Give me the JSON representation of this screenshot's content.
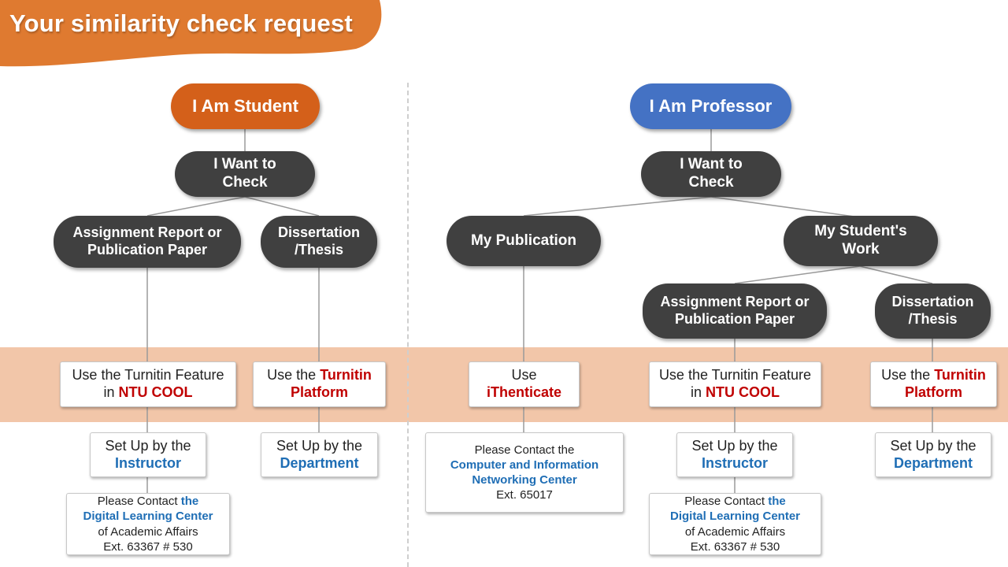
{
  "title": "Your similarity check request",
  "colors": {
    "student": "#d4601a",
    "professor": "#4472c4",
    "node": "#404040",
    "band": "#f2c6a9",
    "highlight_red": "#c00000",
    "highlight_blue": "#1f6eb5"
  },
  "student": {
    "root": "I Am Student",
    "want": "I Want to Check",
    "assignment": {
      "label": "Assignment Report or Publication Paper",
      "use_prefix": "Use the Turnitin Feature in ",
      "use_highlight": "NTU COOL",
      "setup_prefix": "Set Up by the",
      "setup_highlight": "Instructor",
      "contact_prefix": "Please Contact ",
      "contact_highlight_a": "the",
      "contact_highlight_b": "Digital Learning Center",
      "contact_suffix": "of Academic Affairs",
      "ext": "Ext. 63367 # 530"
    },
    "thesis": {
      "label": "Dissertation /Thesis",
      "use_prefix": "Use the ",
      "use_highlight_a": "Turnitin",
      "use_highlight_b": "Platform",
      "setup_prefix": "Set Up by the",
      "setup_highlight": "Department"
    }
  },
  "professor": {
    "root": "I Am Professor",
    "want": "I Want to Check",
    "publication": {
      "label": "My Publication",
      "use_prefix": "Use",
      "use_highlight": "iThenticate",
      "contact_prefix": "Please Contact the",
      "contact_highlight_a": "Computer and Information",
      "contact_highlight_b": "Networking Center",
      "ext": "Ext. 65017"
    },
    "students_work": {
      "label": "My Student's Work"
    },
    "assignment": {
      "label": "Assignment Report or Publication Paper",
      "use_prefix": "Use the Turnitin Feature in ",
      "use_highlight": "NTU COOL",
      "setup_prefix": "Set Up by the",
      "setup_highlight": "Instructor",
      "contact_prefix": "Please Contact ",
      "contact_highlight_a": "the",
      "contact_highlight_b": "Digital Learning Center",
      "contact_suffix": "of Academic Affairs",
      "ext": "Ext. 63367 # 530"
    },
    "thesis": {
      "label": "Dissertation /Thesis",
      "use_prefix": "Use the ",
      "use_highlight_a": "Turnitin",
      "use_highlight_b": "Platform",
      "setup_prefix": "Set Up by the",
      "setup_highlight": "Department"
    }
  }
}
